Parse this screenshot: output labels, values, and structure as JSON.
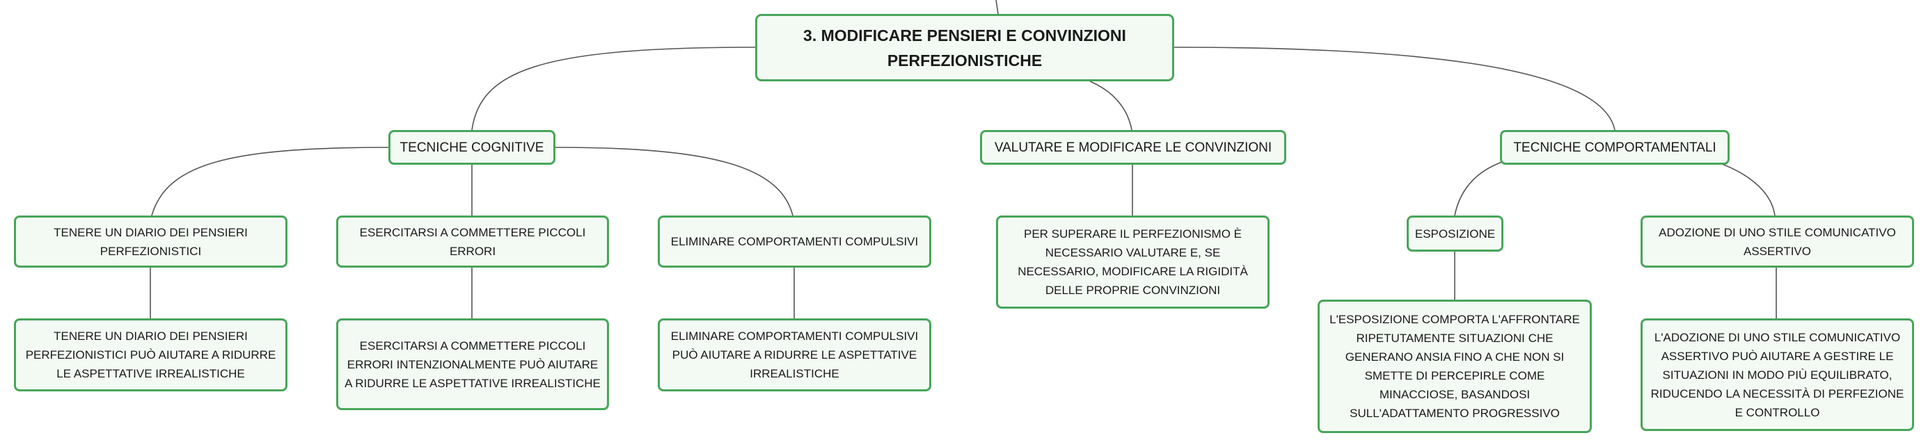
{
  "root": {
    "label": "3. MODIFICARE PENSIERI E CONVINZIONI PERFEZIONISTICHE"
  },
  "branches": [
    {
      "label": "TECNICHE COGNITIVE",
      "children": [
        {
          "label": "TENERE UN DIARIO DEI PENSIERI PERFEZIONISTICI",
          "detail": "TENERE UN DIARIO DEI PENSIERI PERFEZIONISTICI PUÒ AIUTARE A RIDURRE LE ASPETTATIVE IRREALISTICHE"
        },
        {
          "label": "ESERCITARSI A COMMETTERE PICCOLI ERRORI",
          "detail": "ESERCITARSI A COMMETTERE PICCOLI ERRORI INTENZIONALMENTE PUÒ AIUTARE A RIDURRE LE ASPETTATIVE IRREALISTICHE"
        },
        {
          "label": "ELIMINARE COMPORTAMENTI COMPULSIVI",
          "detail": "ELIMINARE COMPORTAMENTI COMPULSIVI PUÒ AIUTARE A RIDURRE LE ASPETTATIVE IRREALISTICHE"
        }
      ]
    },
    {
      "label": "VALUTARE E MODIFICARE LE CONVINZIONI",
      "detail": "PER SUPERARE IL PERFEZIONISMO È NECESSARIO VALUTARE E, SE NECESSARIO, MODIFICARE LA RIGIDITÀ DELLE PROPRIE CONVINZIONI"
    },
    {
      "label": "TECNICHE COMPORTAMENTALI",
      "children": [
        {
          "label": "ESPOSIZIONE",
          "detail": "L'ESPOSIZIONE COMPORTA L'AFFRONTARE RIPETUTAMENTE SITUAZIONI CHE GENERANO ANSIA FINO A CHE NON SI SMETTE DI PERCEPIRLE COME MINACCIOSE, BASANDOSI SULL'ADATTAMENTO PROGRESSIVO"
        },
        {
          "label": "ADOZIONE DI UNO STILE COMUNICATIVO ASSERTIVO",
          "detail": "L'ADOZIONE DI UNO STILE COMUNICATIVO ASSERTIVO PUÒ AIUTARE A GESTIRE LE SITUAZIONI IN MODO PIÙ EQUILIBRATO, RIDUCENDO LA NECESSITÀ DI PERFEZIONE E CONTROLLO"
        }
      ]
    }
  ],
  "colors": {
    "node_border": "#48a65a",
    "node_fill": "#f3faf4",
    "connector": "#555555"
  }
}
